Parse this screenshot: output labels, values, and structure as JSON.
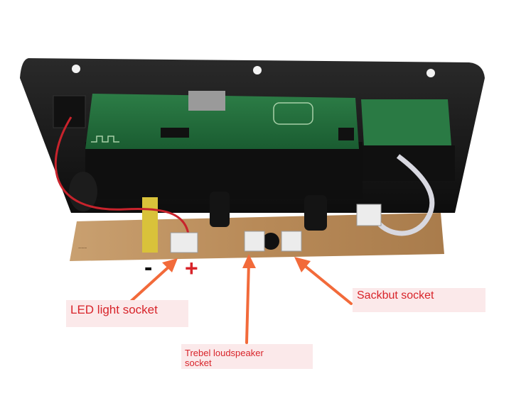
{
  "labels": {
    "led": "LED light socket",
    "treble_line1": "Trebel loudspeaker",
    "treble_line2": "socket",
    "sackbut": "Sackbut socket"
  },
  "polarity": {
    "minus": "-",
    "plus": "+"
  },
  "colors": {
    "annotation_text": "#d8242a",
    "label_background": "#fbe9ea",
    "arrow": "#f26a3a",
    "pcb_green": "#1f6b3a",
    "main_board": "#b9905c",
    "chassis": "#1a1a1a"
  }
}
